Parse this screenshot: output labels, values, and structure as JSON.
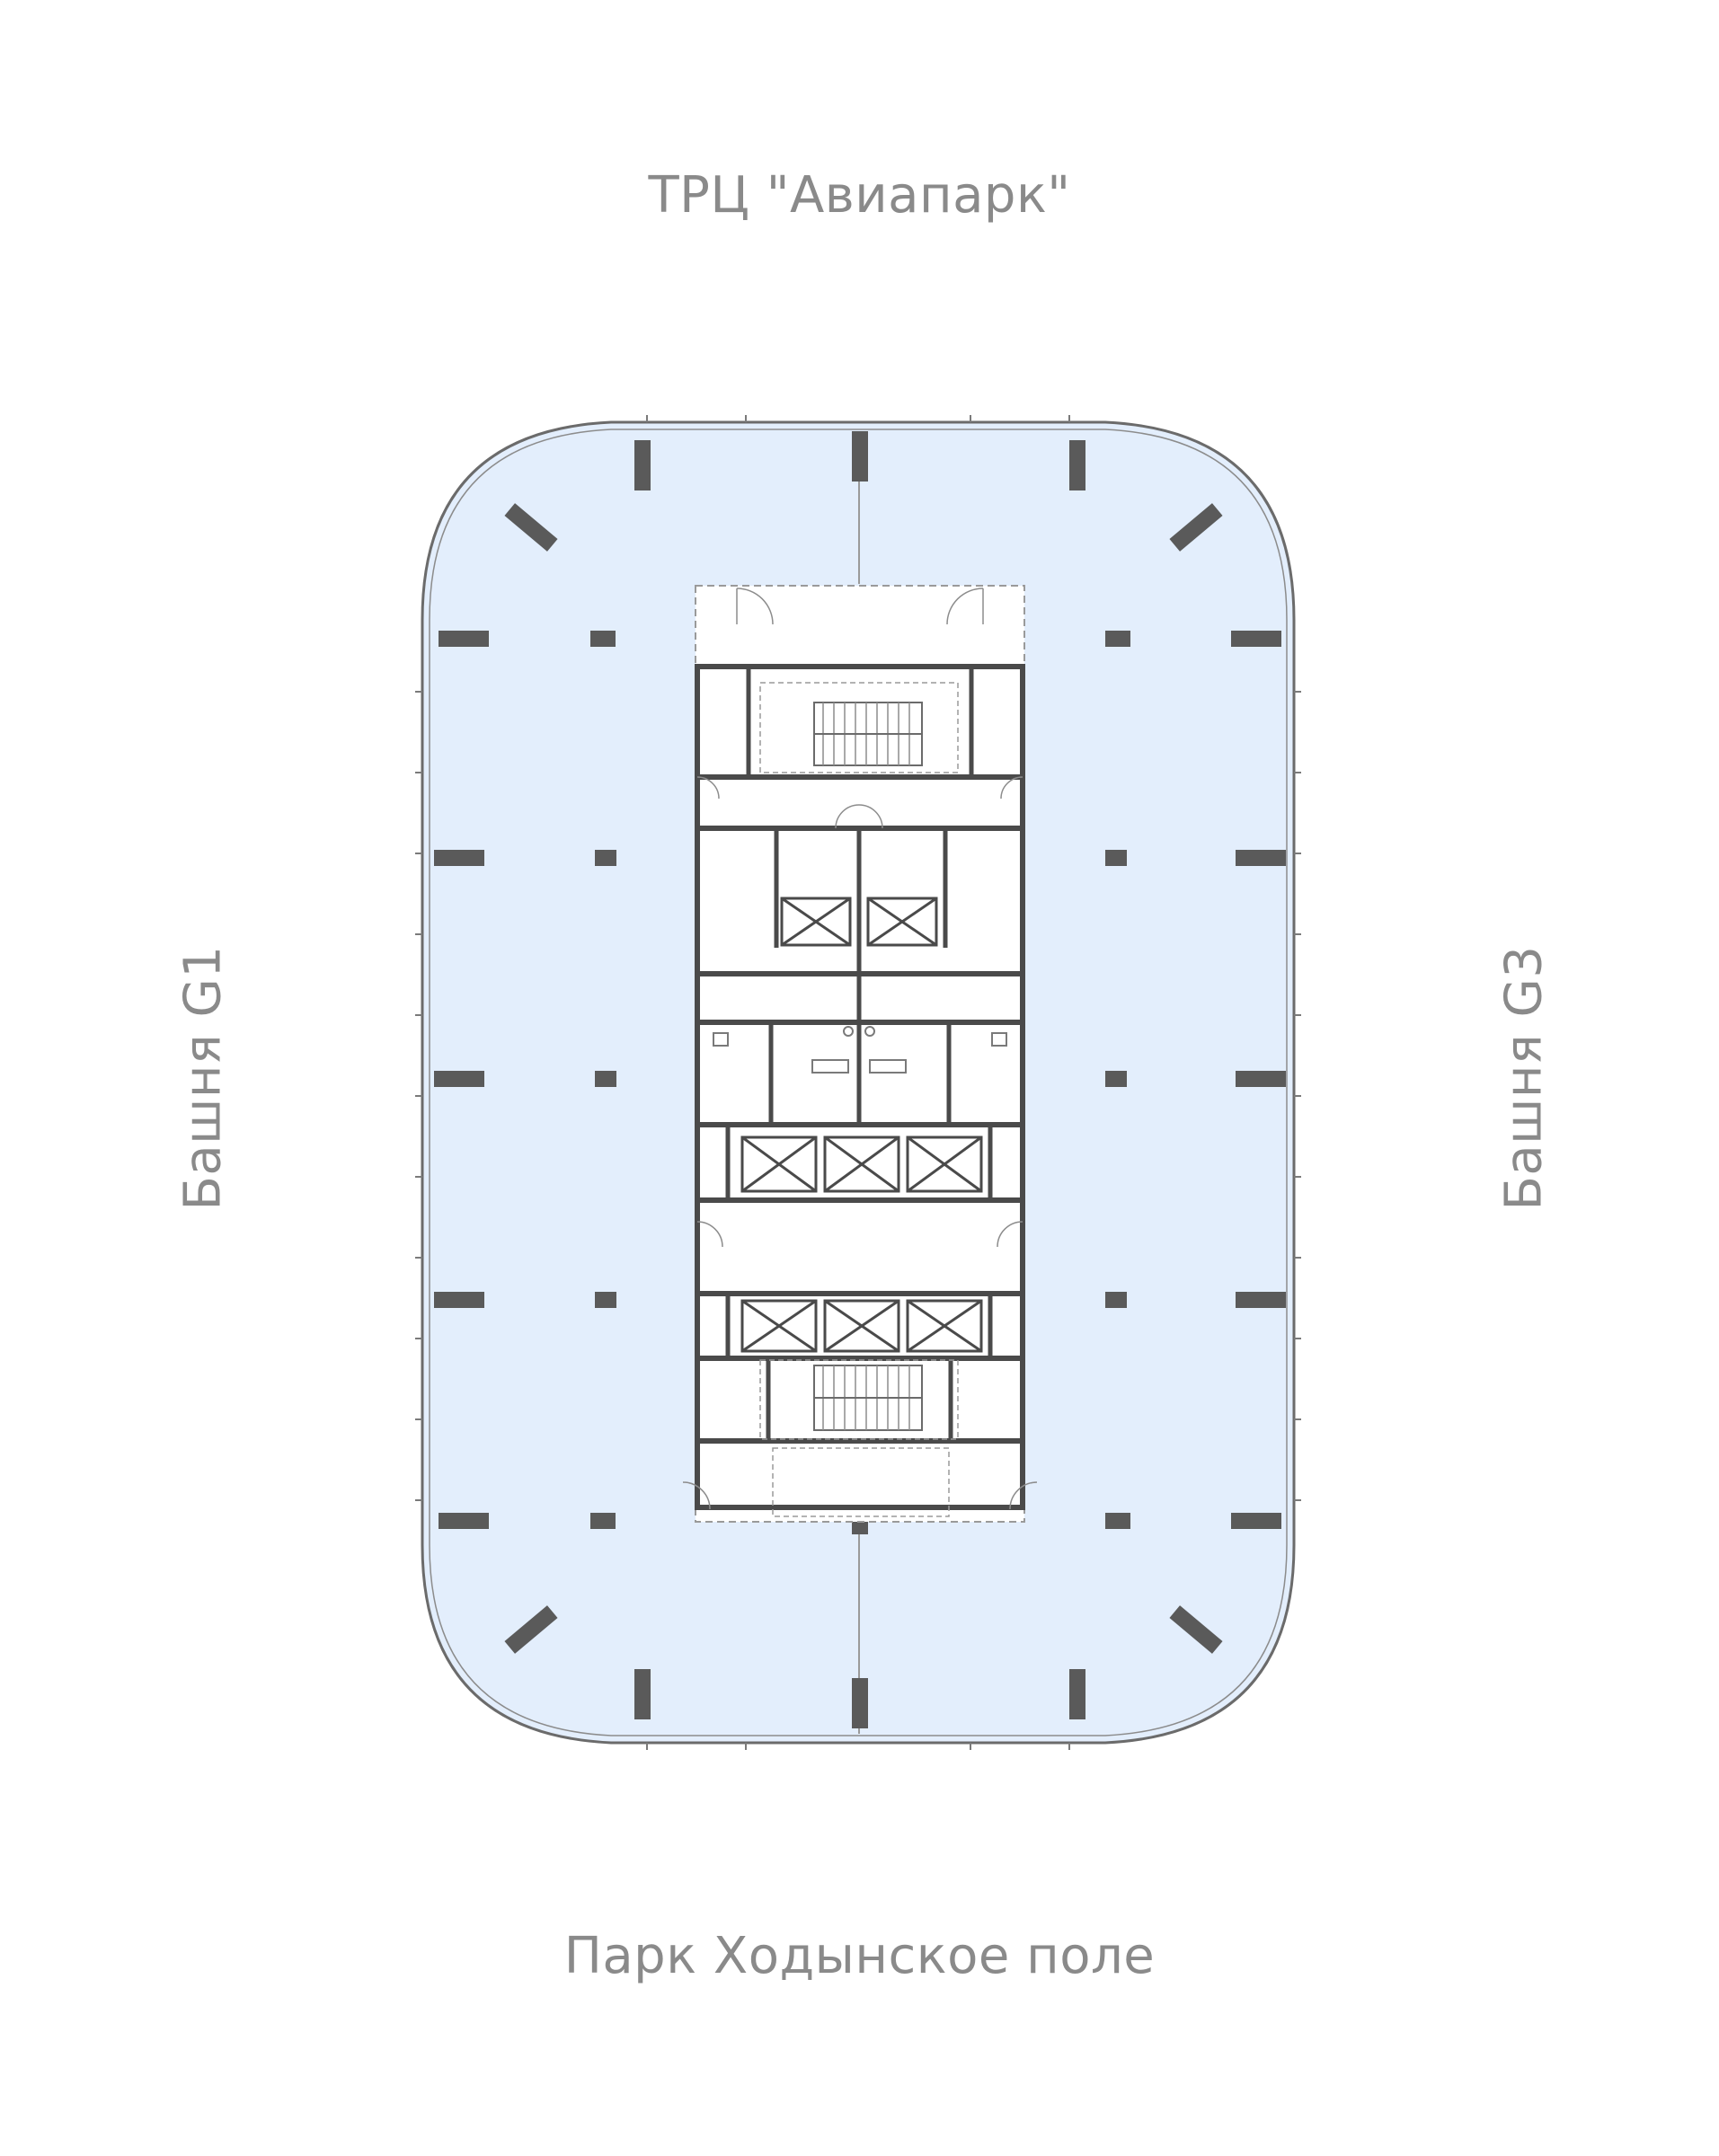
{
  "labels": {
    "top": "ТРЦ \"Авиапарк\"",
    "bottom": "Парк Ходынское поле",
    "left": "Башня G1",
    "right": "Башня G3"
  },
  "colors": {
    "floor_fill": "#e3eefc",
    "floor_outline": "#6b6b6b",
    "column_fill": "#5a5a5a",
    "core_walls": "#4a4a4a",
    "core_fill": "#ffffff",
    "label": "#8a8a8a"
  }
}
